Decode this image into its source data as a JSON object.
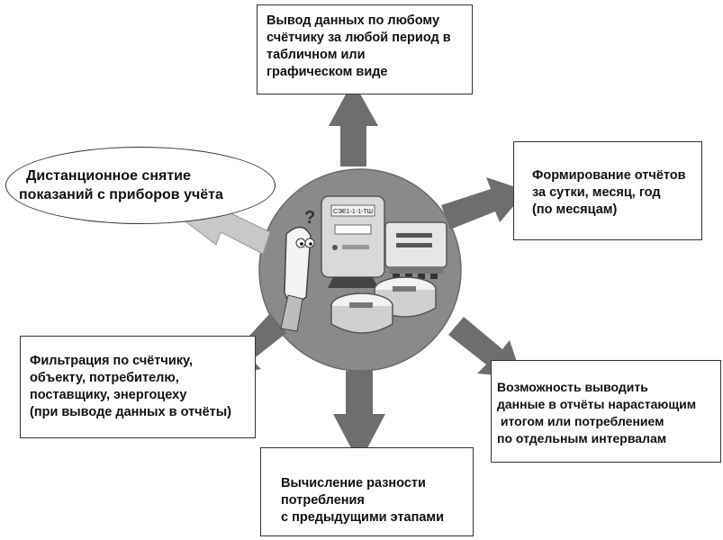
{
  "nodes": {
    "top": {
      "lines": [
        "Вывод данных по любому",
        "счётчику за любой период в",
        "табличном или",
        "графическом виде"
      ]
    },
    "right": {
      "lines": [
        "Формирование отчётов",
        "за сутки, месяц, год",
        "(по месяцам)"
      ]
    },
    "left": {
      "lines": [
        "Дистанционное снятие",
        "показаний с приборов учёта"
      ]
    },
    "bottom_left": {
      "lines": [
        "Фильтрация по счётчику,",
        "объекту, потребителю,",
        "поставщику, энергоцеху",
        "(при выводе данных в отчёты)"
      ]
    },
    "bottom_right": {
      "lines": [
        "Возможность выводить",
        "данные в отчёты нарастающим",
        " итогом или потреблением",
        "по отдельным интервалам"
      ]
    },
    "bottom": {
      "lines": [
        "Вычисление разности",
        "потребления",
        "с предыдущими этапами"
      ]
    }
  },
  "center": {
    "meter_label": "СЭЕ1-1-1-ТШ",
    "question_mark": "?"
  },
  "colors": {
    "arrow": "#6e6e6e",
    "arrow_light": "#c8c8c8",
    "circle": "#8a8a8a",
    "border": "#333333"
  }
}
